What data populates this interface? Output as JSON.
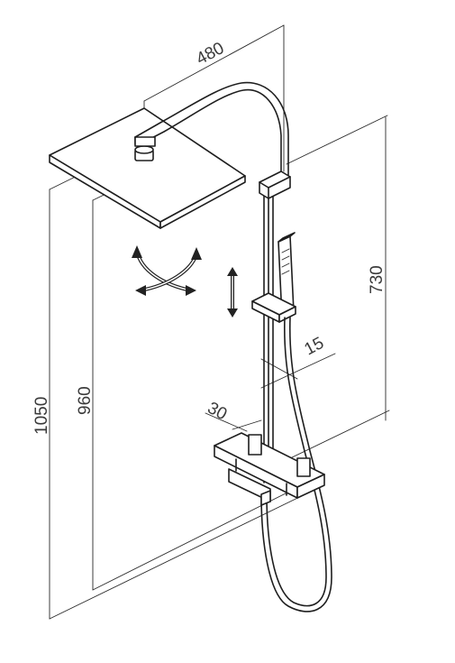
{
  "dimensions": {
    "arm_length": "480",
    "rail_height": "730",
    "head_height": "960",
    "total_height": "1050",
    "rail_depth": "15",
    "mixer_offset": "30"
  },
  "colors": {
    "line": "#1e1e1e",
    "text": "#3a3a3a",
    "background": "#ffffff"
  },
  "icons": {
    "rotation": "rotate-cross-arrows-icon",
    "slide": "vertical-double-arrow-icon"
  }
}
